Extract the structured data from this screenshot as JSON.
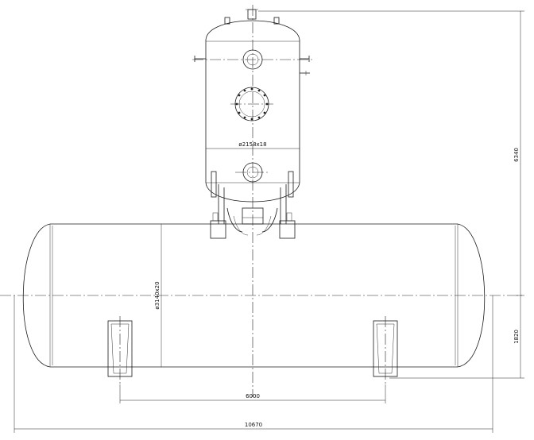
{
  "drawing": {
    "dimensions": {
      "total_length": "10670",
      "saddle_spacing": "6000",
      "total_height": "6340",
      "axis_height": "1820",
      "tank_diameter": "ø3140x20",
      "column_diameter": "ø2158x18"
    }
  }
}
